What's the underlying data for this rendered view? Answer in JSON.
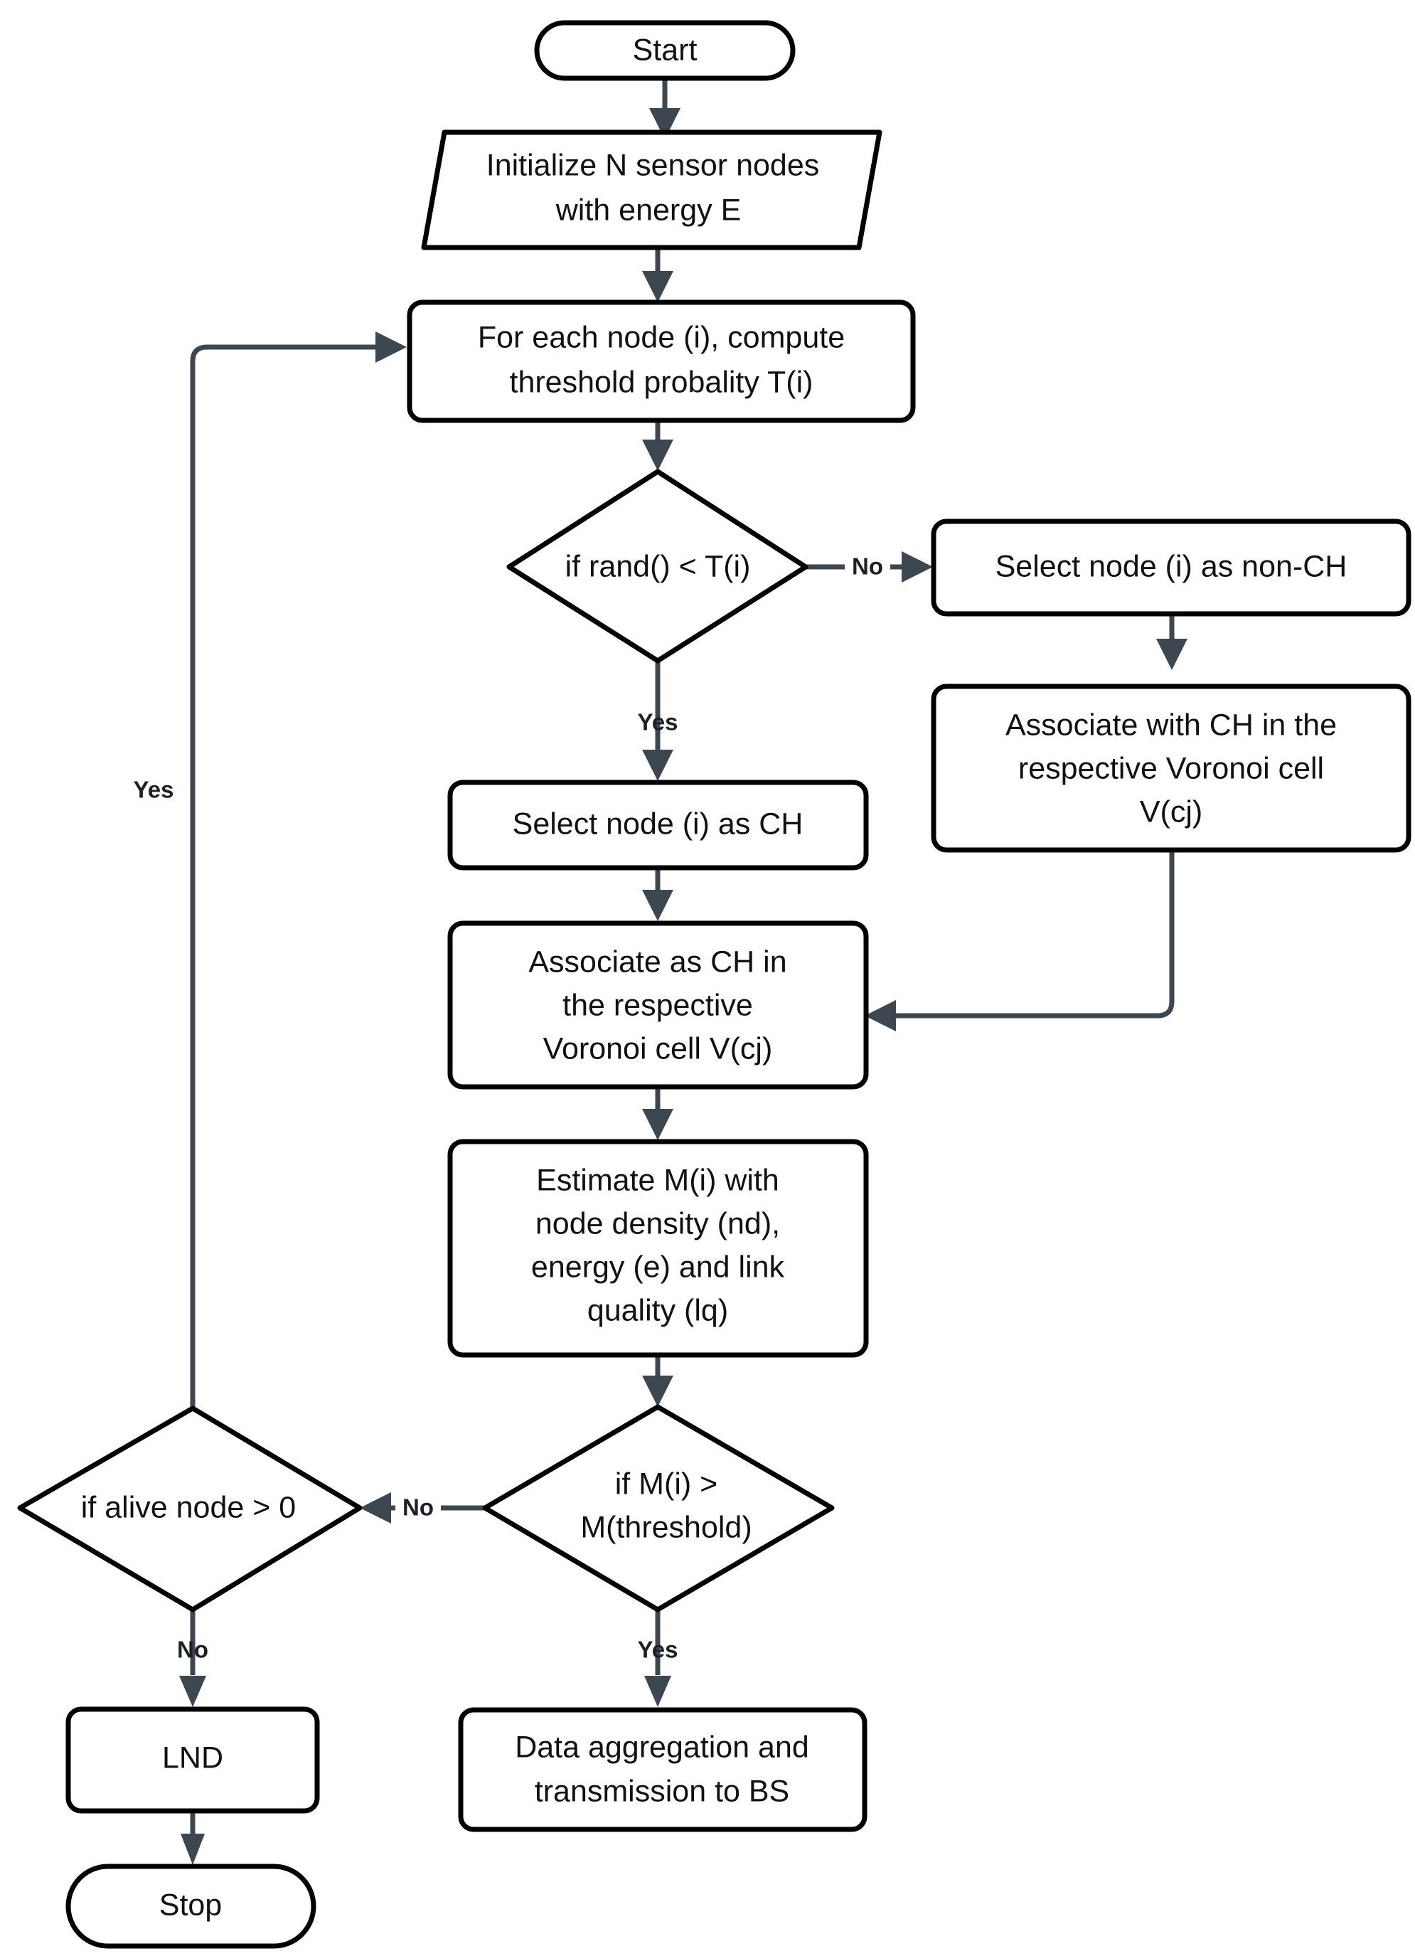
{
  "diagram": {
    "type": "flowchart",
    "title": "",
    "background_color": "#ffffff",
    "node_stroke_color": "#000000",
    "edge_color": "#3d4750",
    "text_color": "#111111"
  },
  "nodes": {
    "start": {
      "label": "Start",
      "shape": "terminator"
    },
    "initialize": {
      "line1": "Initialize N sensor nodes",
      "line2": "with energy E",
      "shape": "parallelogram"
    },
    "compute_threshold": {
      "line1": "For each node (i), compute",
      "line2": "threshold probality T(i)",
      "shape": "process"
    },
    "decision_rand": {
      "label": "if rand() < T(i)",
      "shape": "decision"
    },
    "select_non_ch": {
      "label": "Select node (i) as non-CH",
      "shape": "process"
    },
    "associate_with_ch": {
      "line1": "Associate with CH in the",
      "line2": "respective Voronoi cell",
      "line3": "V(cj)",
      "shape": "process"
    },
    "select_ch": {
      "label": "Select node (i) as CH",
      "shape": "process"
    },
    "associate_as_ch": {
      "line1": "Associate as CH in",
      "line2": "the respective",
      "line3": "Voronoi cell V(cj)",
      "shape": "process"
    },
    "estimate_m": {
      "line1": "Estimate M(i) with",
      "line2": "node density (nd),",
      "line3": "energy (e) and link",
      "line4": "quality (lq)",
      "shape": "process"
    },
    "decision_m": {
      "line1": "if M(i) >",
      "line2": "M(threshold)",
      "shape": "decision"
    },
    "decision_alive": {
      "label": "if alive node > 0",
      "shape": "decision"
    },
    "lnd": {
      "label": "LND",
      "shape": "process"
    },
    "stop": {
      "label": "Stop",
      "shape": "terminator"
    },
    "data_aggregation": {
      "line1": "Data aggregation and",
      "line2": "transmission to BS",
      "shape": "process"
    }
  },
  "edge_labels": {
    "rand_no": "No",
    "rand_yes": "Yes",
    "m_no": "No",
    "m_yes": "Yes",
    "alive_no": "No",
    "alive_yes": "Yes"
  }
}
